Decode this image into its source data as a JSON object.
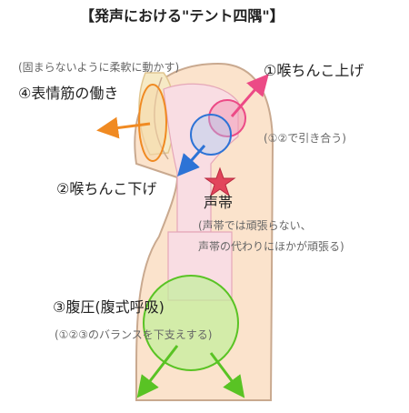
{
  "title": "【発声における\"テント四隅\"】",
  "labels": {
    "larynx_up": "①喉ちんこ上げ",
    "larynx_down": "②喉ちんこ下げ",
    "pull_note": "(①②で引き合う)",
    "face_note": "(固まらないように柔軟に動かす)",
    "face_muscles": "④表情筋の働き",
    "vocal_cords": "声帯",
    "vc_note1": "(声帯では頑張らない、",
    "vc_note2": "声帯の代わりにほかが頑張る)",
    "abdominal": "③腹圧(腹式呼吸)",
    "abd_note": "(①②③のバランスを下支えする)"
  },
  "colors": {
    "skin": "#fbe3cc",
    "outline": "#c9a98f",
    "airway": "#f9dde3",
    "mask": "#f6eac6",
    "magenta": "#ec4a86",
    "blue": "#2d73d6",
    "orange": "#f08a22",
    "green": "#59c324",
    "star": "#e2455b"
  }
}
